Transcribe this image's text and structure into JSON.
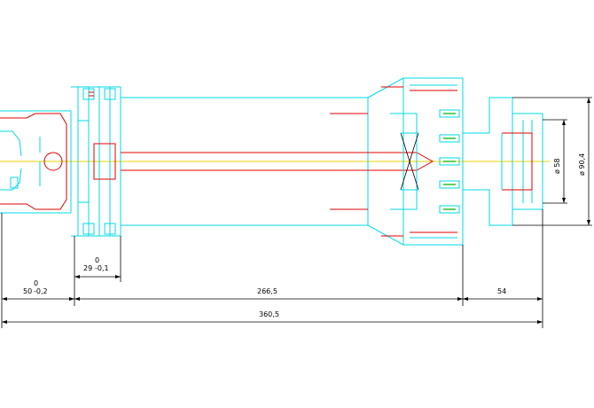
{
  "colors": {
    "contour": "#00d8e8",
    "hidden": "#e00000",
    "axis": "#f0d000",
    "slots": "#00b000",
    "dimension": "#000000",
    "background": "#ffffff"
  },
  "dimensions": {
    "shank_length": "50",
    "shank_tol_upper": "0",
    "shank_tol_lower": "-0,2",
    "flange_width": "29",
    "flange_tol_upper": "0",
    "flange_tol_lower": "-0,1",
    "body_length": "266,5",
    "nose_length": "54",
    "overall_length": "360,5",
    "inner_diameter": "ø 58",
    "outer_diameter": "ø 90,4"
  }
}
